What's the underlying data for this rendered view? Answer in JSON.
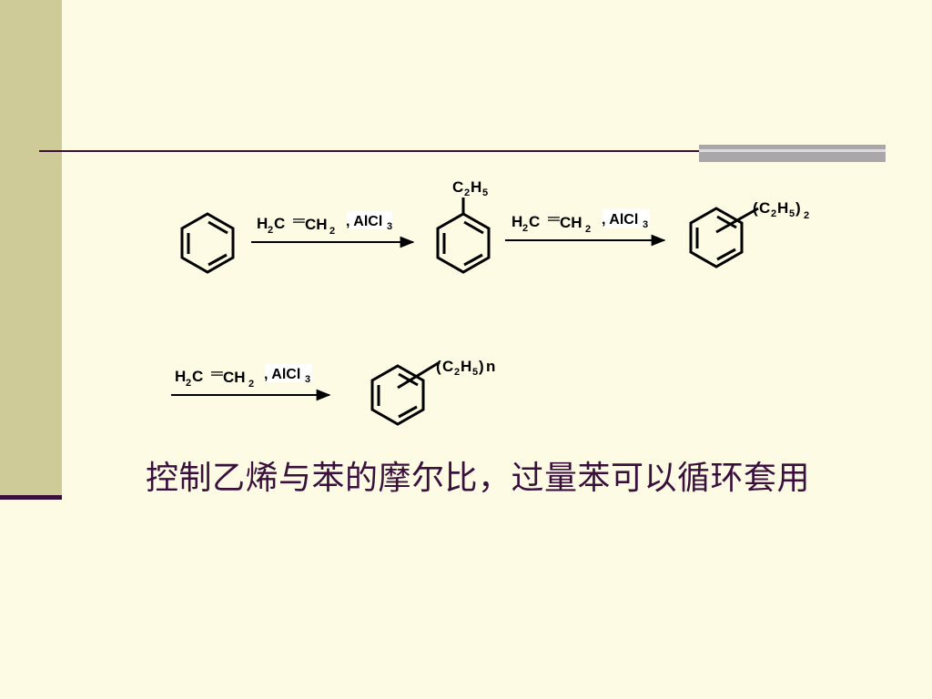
{
  "reaction": {
    "benzene_substituent_1": "C2H5",
    "benzene_substituent_2": "(C2H5)2",
    "benzene_substituent_n": "(C2H5)n",
    "reagent": "H2C=CH2 , AlCl3",
    "reagent_parts": {
      "h": "H",
      "two": "2",
      "c": "C",
      "eq": "═",
      "ch": "CH",
      "comma_alcl": ", AlCl",
      "three": "3"
    },
    "sub_parts": {
      "c": "C",
      "two": "2",
      "h": "H",
      "five": "5",
      "lp": "(",
      "rp": ")",
      "n": "n"
    }
  },
  "caption": "控制乙烯与苯的摩尔比，过量苯可以循环套用",
  "colors": {
    "background": "#fdfbe3",
    "sidebar": "#cfcb99",
    "rule": "#3a0f3c",
    "accent_bar": "#a9a7aa"
  }
}
